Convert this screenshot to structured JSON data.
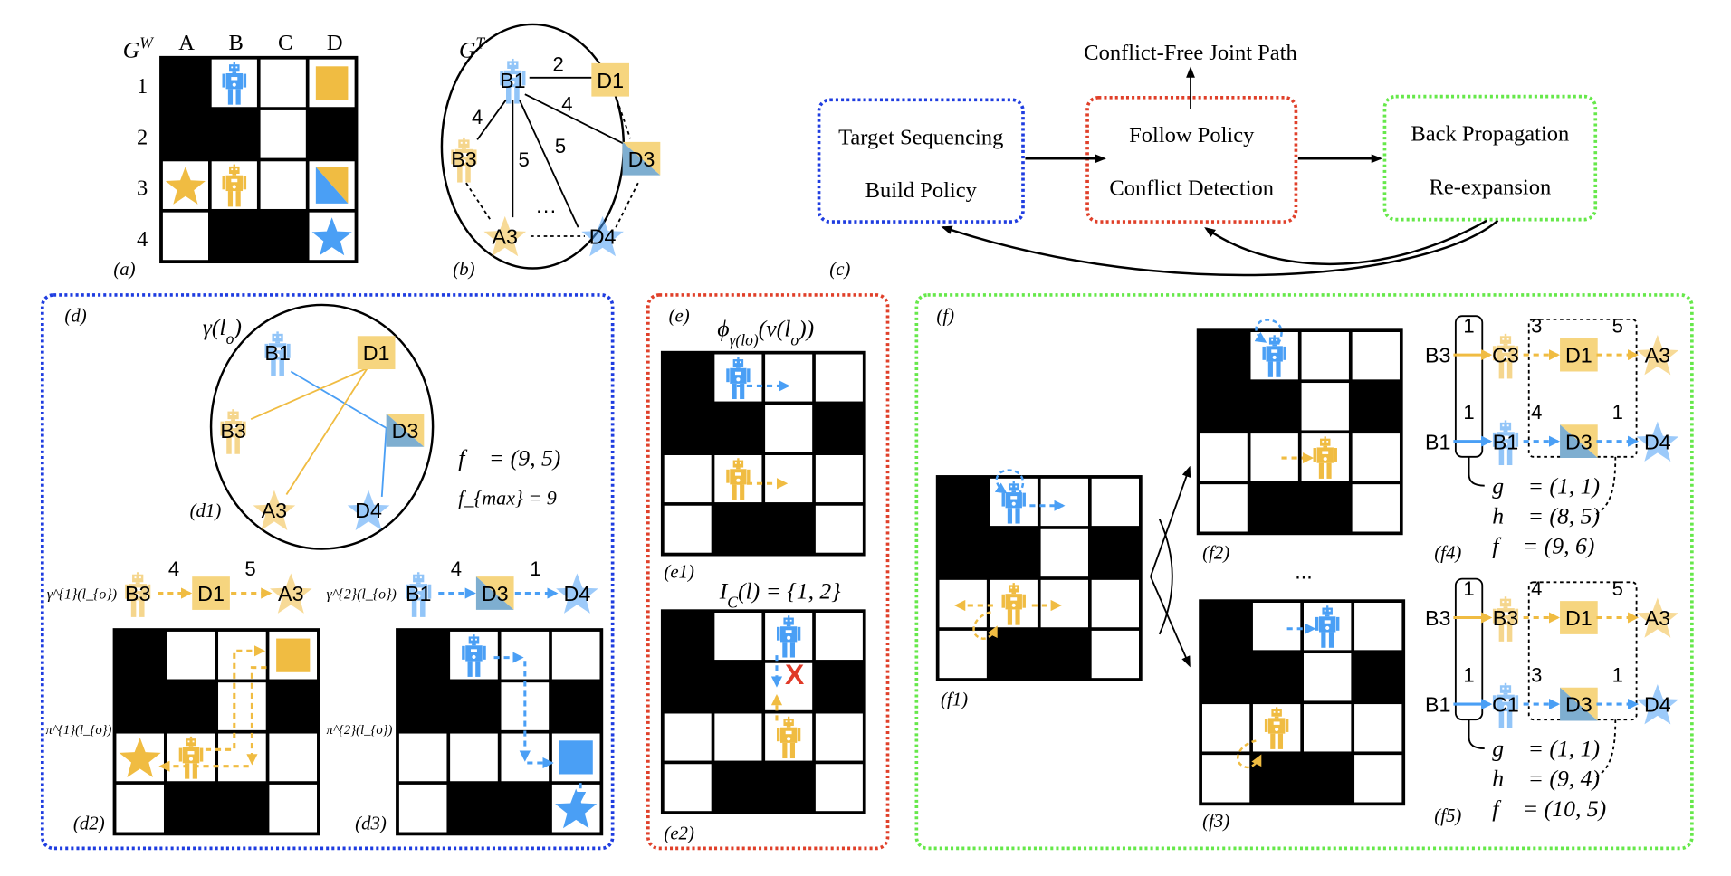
{
  "colors": {
    "blue": "#4a9ff5",
    "yellow": "#f0bc42",
    "node_yellow": "#f6d57f",
    "node_blue": "#7eaed0",
    "box_blue": "#1f3de0",
    "box_red": "#e0402a",
    "box_green": "#66e84a",
    "conflict_red": "#e03a28"
  },
  "world_map": [
    "1000",
    "1101",
    "0000",
    "0110"
  ],
  "panel_a": {
    "title": "G^{W}",
    "label": "(a)",
    "columns": [
      "A",
      "B",
      "C",
      "D"
    ],
    "rows": [
      "1",
      "2",
      "3",
      "4"
    ],
    "items": [
      {
        "type": "robot",
        "color": "blue",
        "cell": "B1"
      },
      {
        "type": "square",
        "color": "yellow",
        "cell": "D1"
      },
      {
        "type": "star",
        "color": "yellow",
        "cell": "A3"
      },
      {
        "type": "robot",
        "color": "yellow",
        "cell": "B3"
      },
      {
        "type": "split",
        "cell": "D3"
      },
      {
        "type": "star",
        "color": "blue",
        "cell": "D4"
      }
    ]
  },
  "panel_b": {
    "title": "G^{T}",
    "label": "(b)",
    "ellipsis": "···",
    "nodes": [
      {
        "id": "B1",
        "icon": "robot",
        "color": "blue"
      },
      {
        "id": "D1",
        "icon": "square",
        "color": "yellow"
      },
      {
        "id": "B3",
        "icon": "robot",
        "color": "yellow"
      },
      {
        "id": "D3",
        "icon": "split"
      },
      {
        "id": "A3",
        "icon": "star",
        "color": "yellow"
      },
      {
        "id": "D4",
        "icon": "star",
        "color": "blue"
      }
    ],
    "edges": [
      {
        "from": "B1",
        "to": "D1",
        "weight": "2"
      },
      {
        "from": "B1",
        "to": "B3",
        "weight": "4"
      },
      {
        "from": "B1",
        "to": "A3",
        "weight": "5"
      },
      {
        "from": "B1",
        "to": "D4",
        "weight": "5"
      },
      {
        "from": "B1",
        "to": "D3",
        "weight": "4"
      }
    ],
    "dashed_edges": [
      [
        "D1",
        "D3"
      ],
      [
        "B3",
        "A3"
      ],
      [
        "D3",
        "D4"
      ],
      [
        "A3",
        "D4"
      ]
    ]
  },
  "panel_c": {
    "label": "(c)",
    "output": "Conflict-Free Joint Path",
    "boxes": [
      {
        "lines": [
          "Target Sequencing",
          "Build Policy"
        ],
        "color": "box_blue"
      },
      {
        "lines": [
          "Follow Policy",
          "Conflict Detection"
        ],
        "color": "box_red"
      },
      {
        "lines": [
          "Back Propagation",
          "Re-expansion"
        ],
        "color": "box_green"
      }
    ]
  },
  "panel_d": {
    "label": "(d)",
    "d1": {
      "label": "(d1)",
      "title": "γ(l_{o})",
      "nodes": [
        {
          "id": "B1",
          "icon": "robot",
          "color": "blue"
        },
        {
          "id": "D1",
          "icon": "square",
          "color": "yellow"
        },
        {
          "id": "B3",
          "icon": "robot",
          "color": "yellow"
        },
        {
          "id": "D3",
          "icon": "split"
        },
        {
          "id": "A3",
          "icon": "star",
          "color": "yellow"
        },
        {
          "id": "D4",
          "icon": "star",
          "color": "blue"
        }
      ],
      "assignments": [
        {
          "color": "blue",
          "path": [
            "B1",
            "D3",
            "D4"
          ]
        },
        {
          "color": "yellow",
          "path": [
            "B3",
            "D1",
            "A3"
          ]
        }
      ],
      "f_vector": "f⃗ = (9, 5)",
      "f_max": "f_{max} = 9"
    },
    "sequences": [
      {
        "label": "γ^{1}(l_{o})",
        "color": "yellow",
        "start": {
          "node": "B3",
          "icon": "robot"
        },
        "steps": [
          {
            "node": "D1",
            "icon": "square",
            "cost": "4"
          },
          {
            "node": "A3",
            "icon": "star",
            "cost": "5"
          }
        ]
      },
      {
        "label": "γ^{2}(l_{o})",
        "color": "blue",
        "start": {
          "node": "B1",
          "icon": "robot"
        },
        "steps": [
          {
            "node": "D3",
            "icon": "split",
            "cost": "4"
          },
          {
            "node": "D4",
            "icon": "star",
            "cost": "1"
          }
        ]
      }
    ],
    "d2": {
      "label": "(d2)",
      "policy": "π^{1}(l_{o})",
      "items": [
        {
          "type": "square",
          "color": "yellow",
          "cell": "D1"
        },
        {
          "type": "star",
          "color": "yellow",
          "cell": "A3"
        },
        {
          "type": "robot",
          "color": "yellow",
          "cell": "B3"
        }
      ]
    },
    "d3": {
      "label": "(d3)",
      "policy": "π^{2}(l_{o})",
      "items": [
        {
          "type": "robot",
          "color": "blue",
          "cell": "B1"
        },
        {
          "type": "square",
          "color": "blue",
          "cell": "D3"
        },
        {
          "type": "star",
          "color": "blue",
          "cell": "D4"
        }
      ]
    }
  },
  "panel_e": {
    "label": "(e)",
    "e1": {
      "label": "(e1)",
      "title": "ϕ_{γ(l_{o})}(v(l_{o}))",
      "items": [
        {
          "type": "robot",
          "color": "blue",
          "cell": "B1"
        },
        {
          "type": "robot",
          "color": "yellow",
          "cell": "B3"
        }
      ]
    },
    "e2": {
      "label": "(e2)",
      "title": "I_{C}(l) = {1, 2}",
      "conflict_mark": "X",
      "items": [
        {
          "type": "robot",
          "color": "blue",
          "cell": "C1"
        },
        {
          "type": "robot",
          "color": "yellow",
          "cell": "C3"
        }
      ]
    }
  },
  "panel_f": {
    "label": "(f)",
    "ellipsis": "...",
    "f1": {
      "label": "(f1)",
      "items": [
        {
          "type": "robot",
          "color": "blue",
          "cell": "B1"
        },
        {
          "type": "robot",
          "color": "yellow",
          "cell": "B3"
        }
      ]
    },
    "f2": {
      "label": "(f2)",
      "items": [
        {
          "type": "robot",
          "color": "blue",
          "cell": "B1"
        },
        {
          "type": "robot",
          "color": "yellow",
          "cell": "C3"
        }
      ]
    },
    "f3": {
      "label": "(f3)",
      "items": [
        {
          "type": "robot",
          "color": "blue",
          "cell": "C1"
        },
        {
          "type": "robot",
          "color": "yellow",
          "cell": "B3"
        }
      ]
    },
    "f4": {
      "label": "(f4)",
      "rows": [
        {
          "start": "B3",
          "color": "yellow",
          "steps": [
            {
              "node": "C3",
              "icon": "robot",
              "cost": "1"
            },
            {
              "node": "D1",
              "icon": "square",
              "cost": "3"
            },
            {
              "node": "A3",
              "icon": "star",
              "cost": "5"
            }
          ]
        },
        {
          "start": "B1",
          "color": "blue",
          "steps": [
            {
              "node": "B1",
              "icon": "robot",
              "cost": "1"
            },
            {
              "node": "D3",
              "icon": "split",
              "cost": "4"
            },
            {
              "node": "D4",
              "icon": "star",
              "cost": "1"
            }
          ]
        }
      ],
      "g": "g⃗ = (1, 1)",
      "h": "h⃗ = (8, 5)",
      "f": "f⃗ = (9, 6)"
    },
    "f5": {
      "label": "(f5)",
      "rows": [
        {
          "start": "B3",
          "color": "yellow",
          "steps": [
            {
              "node": "B3",
              "icon": "robot",
              "cost": "1"
            },
            {
              "node": "D1",
              "icon": "square",
              "cost": "4"
            },
            {
              "node": "A3",
              "icon": "star",
              "cost": "5"
            }
          ]
        },
        {
          "start": "B1",
          "color": "blue",
          "steps": [
            {
              "node": "C1",
              "icon": "robot",
              "cost": "1"
            },
            {
              "node": "D3",
              "icon": "split",
              "cost": "3"
            },
            {
              "node": "D4",
              "icon": "star",
              "cost": "1"
            }
          ]
        }
      ],
      "g": "g⃗ = (1, 1)",
      "h": "h⃗ = (9, 4)",
      "f": "f⃗ = (10, 5)"
    }
  }
}
